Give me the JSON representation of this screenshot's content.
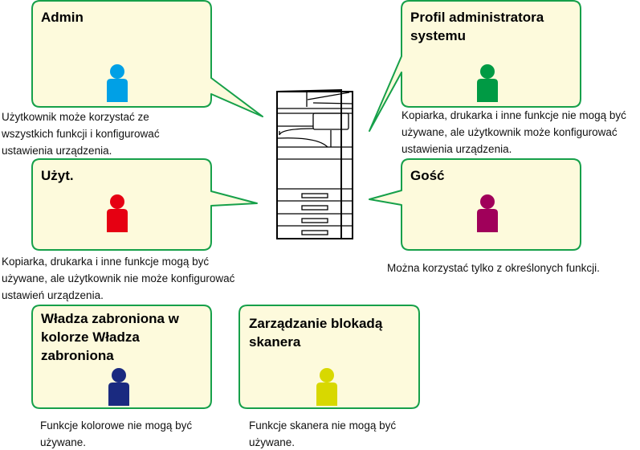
{
  "roles": [
    {
      "title": "Admin",
      "description": "Użytkownik może korzystać ze wszystkich funkcji i konfigurować ustawienia urządzenia.",
      "color": "#00a0e6"
    },
    {
      "title": "Profil administratora systemu",
      "description": "Kopiarka, drukarka i inne funkcje nie mogą być używane, ale użytkownik może konfigurować ustawienia urządzenia.",
      "color": "#009a44"
    },
    {
      "title": "Użyt.",
      "description": "Kopiarka, drukarka i inne funkcje mogą być używane, ale użytkownik nie może konfigurować ustawień urządzenia.",
      "color": "#e60012"
    },
    {
      "title": "Gość",
      "description": "Można korzystać tylko z określonych funkcji.",
      "color": "#a0005a"
    },
    {
      "title": "Władza zabroniona w kolorze Władza zabroniona",
      "description": "Funkcje kolorowe nie mogą być używane.",
      "color": "#1a2a80"
    },
    {
      "title": "Zarządzanie blokadą skanera",
      "description": "Funkcje skanera nie mogą być używane.",
      "color": "#d8d800"
    }
  ],
  "colors": {
    "bubble_fill": "#fdfadc",
    "bubble_stroke": "#16a04a"
  }
}
